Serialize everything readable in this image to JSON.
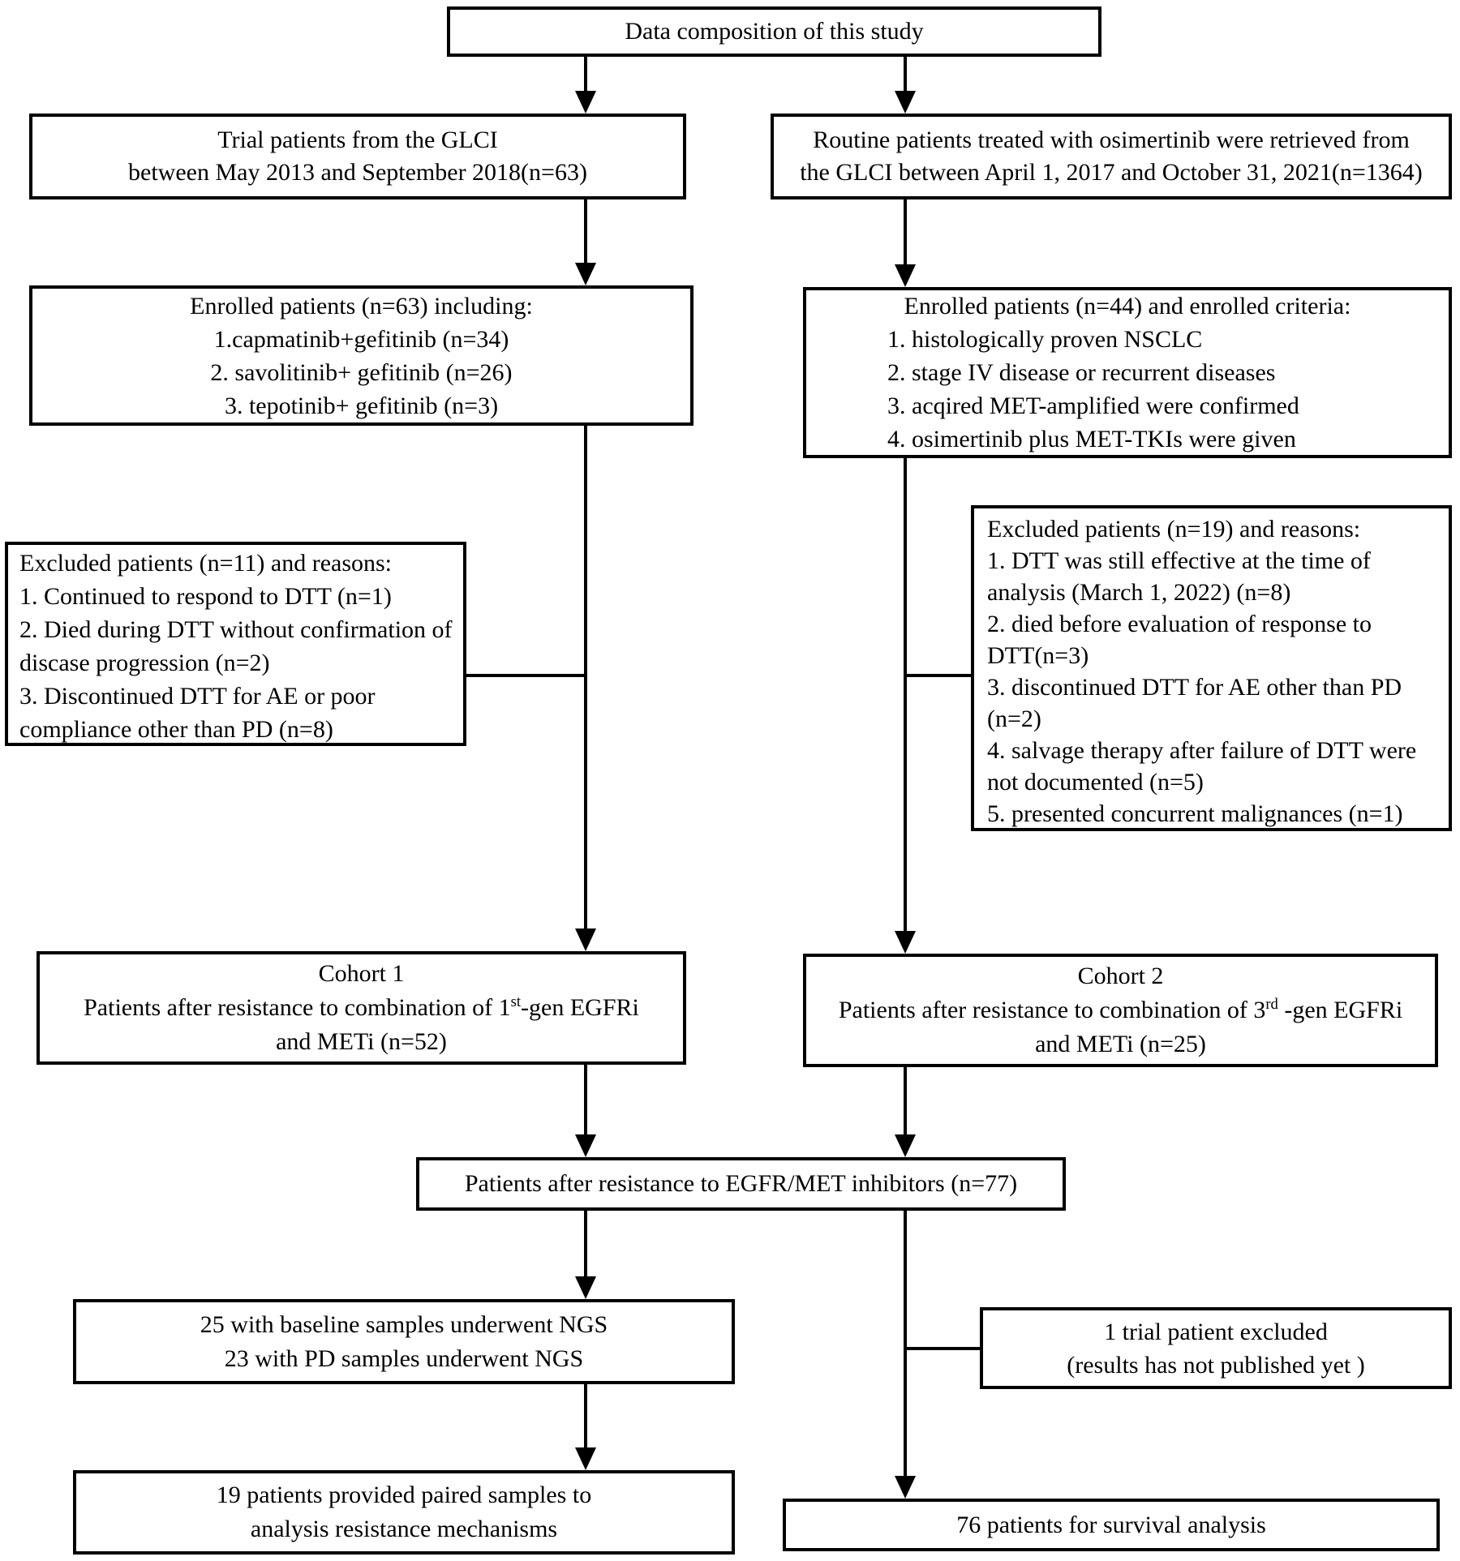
{
  "colors": {
    "box_border": "#000000",
    "box_background": "#ffffff",
    "text": "#000000",
    "connector": "#000000"
  },
  "boxes": {
    "top": {
      "text": "Data composition of this study"
    },
    "branch_left": {
      "lines": [
        "Trial patients from the GLCI",
        "between May 2013 and September 2018(n=63)"
      ]
    },
    "branch_right": {
      "lines": [
        "Routine patients treated with osimertinib were retrieved from",
        "the GLCI between April 1, 2017 and October 31, 2021(n=1364)"
      ]
    },
    "enrolled_left": {
      "heading": "Enrolled patients (n=63) including:",
      "items": [
        "1.capmatinib+gefitinib (n=34)",
        "2. savolitinib+ gefitinib (n=26)",
        "3. tepotinib+ gefitinib (n=3)"
      ]
    },
    "enrolled_right": {
      "heading": "Enrolled patients (n=44) and enrolled criteria:",
      "items": [
        "1. histologically proven NSCLC",
        "2. stage IV disease or recurrent diseases",
        "3. acqired MET-amplified were confirmed",
        "4. osimertinib plus MET-TKIs were given"
      ]
    },
    "excluded_left": {
      "heading": "Excluded patients (n=11) and reasons:",
      "items": [
        "1. Continued to respond to DTT (n=1)",
        "2. Died during DTT without confirmation of discase progression (n=2)",
        "3. Discontinued DTT for AE or poor compliance other than PD (n=8)"
      ]
    },
    "excluded_right": {
      "heading": "Excluded patients (n=19) and reasons:",
      "items": [
        "1. DTT was still effective at the time of analysis (March 1, 2022) (n=8)",
        "2. died before evaluation of response to DTT(n=3)",
        "3. discontinued DTT for AE other than PD (n=2)",
        "4. salvage therapy after failure of DTT were not documented (n=5)",
        "5. presented concurrent malignances (n=1)"
      ]
    },
    "cohort1": {
      "title": "Cohort 1",
      "line_pre": "Patients after resistance to combination of 1",
      "line_sup": "st",
      "line_post": "-gen EGFRi",
      "line2": "and METi (n=52)"
    },
    "cohort2": {
      "title": "Cohort 2",
      "line_pre": "Patients after resistance to combination of 3",
      "line_sup": "rd",
      "line_post": " -gen EGFRi",
      "line2": "and METi (n=25)"
    },
    "merge": {
      "text": "Patients after resistance to EGFR/MET inhibitors (n=77)"
    },
    "ngs": {
      "lines": [
        "25 with baseline samples underwent NGS",
        "23 with PD samples underwent NGS"
      ]
    },
    "trial_excluded": {
      "lines": [
        "1 trial patient excluded",
        "(results has not published yet )"
      ]
    },
    "paired": {
      "lines": [
        "19 patients provided paired samples to",
        "analysis resistance mechanisms"
      ]
    },
    "survival": {
      "text": "76 patients for survival analysis"
    }
  }
}
